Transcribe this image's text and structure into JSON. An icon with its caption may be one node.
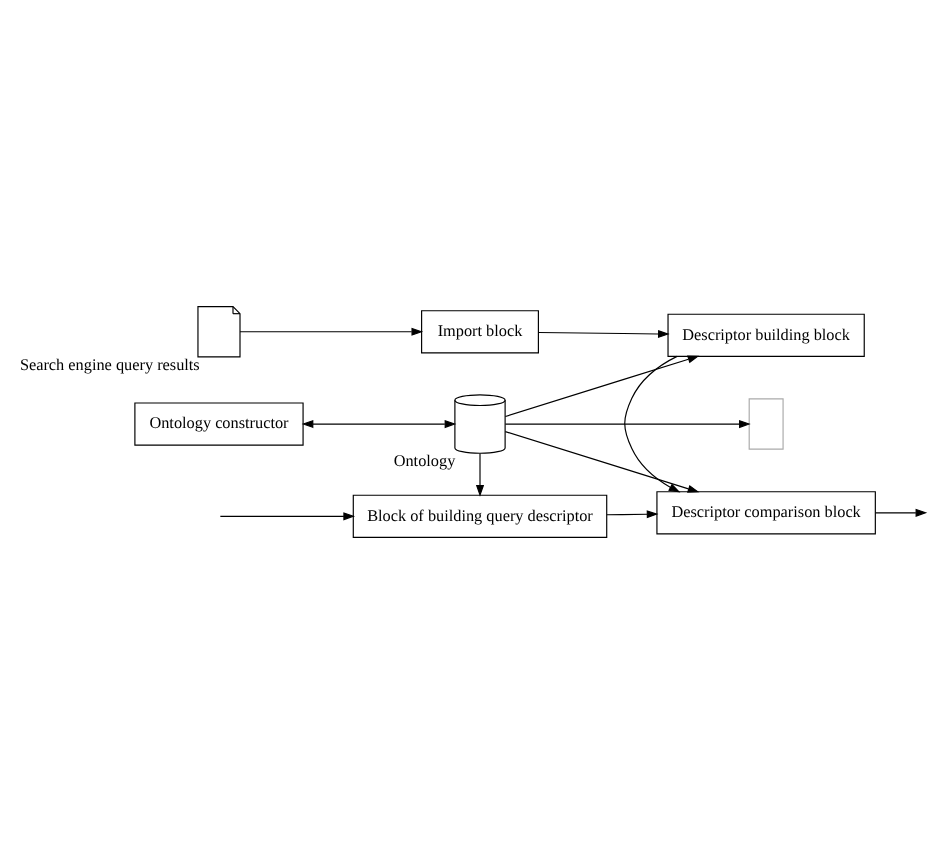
{
  "diagram": {
    "nodes": [
      {
        "text": [],
        "shape": "document",
        "beside": [
          "Search engine query results"
        ]
      },
      {
        "text": [
          "Import block"
        ]
      },
      {
        "text": [
          "Descriptor building block"
        ]
      },
      {
        "text": [
          "Ontology constructor"
        ]
      },
      {
        "text": [
          "Ontology"
        ]
      },
      {
        "text": [],
        "shape": "box"
      },
      {
        "text": [
          "Block of building query descriptor"
        ]
      },
      {
        "text": [
          "Descriptor comparison block"
        ]
      }
    ],
    "edges": [
      {
        "from": 0,
        "to": 1,
        "arrow": "to"
      },
      {
        "from": 1,
        "to": 2,
        "arrow": "to"
      },
      {
        "from": 4,
        "to": 2,
        "arrow": "to"
      },
      {
        "from": 3,
        "to": 4,
        "arrow": "both"
      },
      {
        "from": 4,
        "to": 5,
        "arrow": "to"
      },
      {
        "from": 2,
        "to": 7,
        "arrow": "to"
      },
      {
        "from": 4,
        "to": 7,
        "arrow": "to"
      },
      {
        "from": 4,
        "to": 6,
        "arrow": "to"
      },
      {
        "from": 6,
        "to": 7,
        "arrow": "to"
      },
      {
        "from": null,
        "to": 6,
        "arrow": "to"
      },
      {
        "from": 7,
        "to": null,
        "arrow": "to"
      }
    ]
  }
}
